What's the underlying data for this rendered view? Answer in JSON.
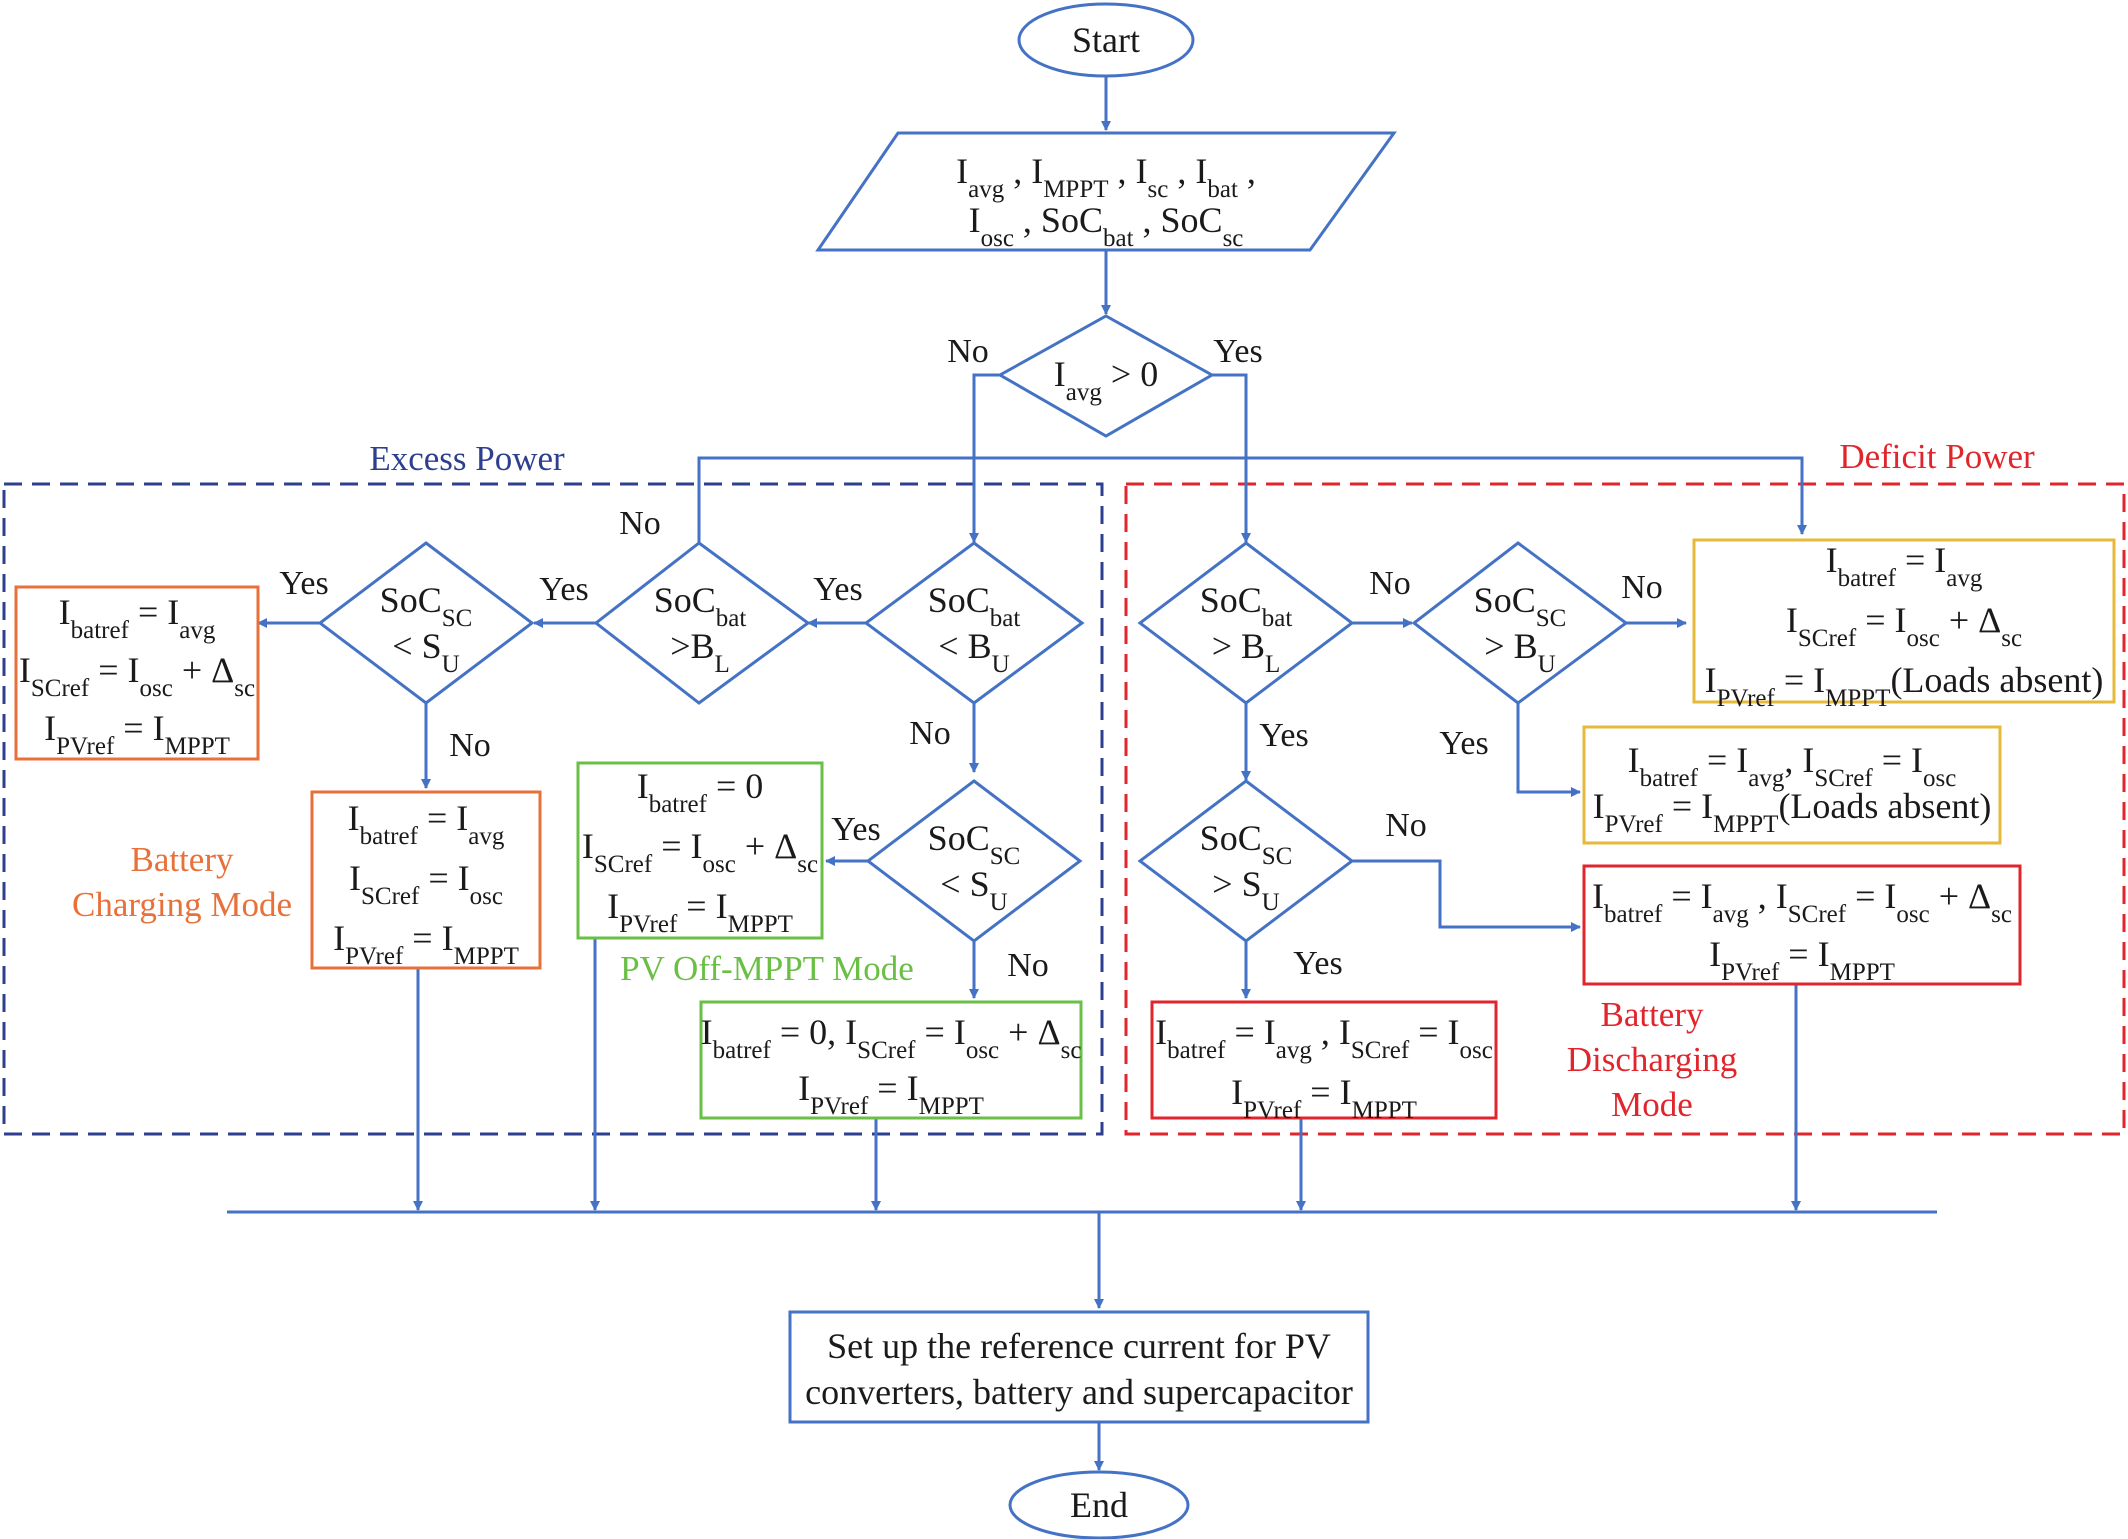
{
  "start": {
    "label": "Start"
  },
  "end": {
    "label": "End"
  },
  "inputs": {
    "line1": [
      {
        "b": "I",
        "s": "avg"
      },
      {
        "t": " , "
      },
      {
        "b": "I",
        "s": "MPPT"
      },
      {
        "t": " , "
      },
      {
        "b": "I",
        "s": "sc"
      },
      {
        "t": " , "
      },
      {
        "b": "I",
        "s": "bat"
      },
      {
        "t": " ,"
      }
    ],
    "line2": [
      {
        "b": "I",
        "s": "osc"
      },
      {
        "t": " , "
      },
      {
        "b": "SoC",
        "s": "bat"
      },
      {
        "t": " , "
      },
      {
        "b": "SoC",
        "s": "sc"
      }
    ]
  },
  "decisions": {
    "d0": {
      "lines": [
        [
          {
            "b": "I",
            "s": "avg"
          },
          {
            "t": " > 0"
          }
        ]
      ]
    },
    "d1": {
      "lines": [
        [
          {
            "b": "SoC",
            "s": "bat"
          }
        ],
        [
          {
            "t": "< B"
          },
          {
            "s": "U"
          }
        ]
      ]
    },
    "d2": {
      "lines": [
        [
          {
            "b": "SoC",
            "s": "bat"
          }
        ],
        [
          {
            "t": ">B"
          },
          {
            "s": "L"
          }
        ]
      ]
    },
    "d3": {
      "lines": [
        [
          {
            "b": "SoC",
            "s": "SC"
          }
        ],
        [
          {
            "t": "< S"
          },
          {
            "s": "U"
          }
        ]
      ]
    },
    "d4": {
      "lines": [
        [
          {
            "b": "SoC",
            "s": "SC"
          }
        ],
        [
          {
            "t": "< S"
          },
          {
            "s": "U"
          }
        ]
      ]
    },
    "d5": {
      "lines": [
        [
          {
            "b": "SoC",
            "s": "bat"
          }
        ],
        [
          {
            "t": "> B"
          },
          {
            "s": "L"
          }
        ]
      ]
    },
    "d6": {
      "lines": [
        [
          {
            "b": "SoC",
            "s": "SC"
          }
        ],
        [
          {
            "t": "> B"
          },
          {
            "s": "U"
          }
        ]
      ]
    },
    "d7": {
      "lines": [
        [
          {
            "b": "SoC",
            "s": "SC"
          }
        ],
        [
          {
            "t": "> S"
          },
          {
            "s": "U"
          }
        ]
      ]
    }
  },
  "boxes": {
    "b1": {
      "lines": [
        [
          {
            "b": "I",
            "s": "batref"
          },
          {
            "t": " = "
          },
          {
            "b": "I",
            "s": "avg"
          }
        ],
        [
          {
            "b": "I",
            "s": "SCref"
          },
          {
            "t": " = "
          },
          {
            "b": "I",
            "s": "osc"
          },
          {
            "t": " +  Δ"
          },
          {
            "s": "sc"
          }
        ],
        [
          {
            "b": "I",
            "s": "PVref"
          },
          {
            "t": " = "
          },
          {
            "b": "I",
            "s": "MPPT"
          }
        ]
      ]
    },
    "b2": {
      "lines": [
        [
          {
            "b": "I",
            "s": "batref"
          },
          {
            "t": " = "
          },
          {
            "b": "I",
            "s": "avg"
          }
        ],
        [
          {
            "b": "I",
            "s": "SCref"
          },
          {
            "t": " = "
          },
          {
            "b": "I",
            "s": "osc"
          }
        ],
        [
          {
            "b": "I",
            "s": "PVref"
          },
          {
            "t": " = "
          },
          {
            "b": "I",
            "s": "MPPT"
          }
        ]
      ]
    },
    "b3": {
      "lines": [
        [
          {
            "b": "I",
            "s": "batref"
          },
          {
            "t": " = 0"
          }
        ],
        [
          {
            "b": "I",
            "s": "SCref"
          },
          {
            "t": " = "
          },
          {
            "b": "I",
            "s": "osc"
          },
          {
            "t": " + Δ"
          },
          {
            "s": "sc"
          }
        ],
        [
          {
            "b": "I",
            "s": "PVref"
          },
          {
            "t": " = "
          },
          {
            "b": "I",
            "s": "MPPT"
          }
        ]
      ]
    },
    "b4": {
      "lines": [
        [
          {
            "b": "I",
            "s": "batref"
          },
          {
            "t": " = 0, "
          },
          {
            "b": "I",
            "s": "SCref"
          },
          {
            "t": " = "
          },
          {
            "b": "I",
            "s": "osc"
          },
          {
            "t": " + Δ"
          },
          {
            "s": "sc"
          }
        ],
        [
          {
            "b": "I",
            "s": "PVref"
          },
          {
            "t": " = "
          },
          {
            "b": "I",
            "s": "MPPT"
          }
        ]
      ]
    },
    "b5": {
      "lines": [
        [
          {
            "b": "I",
            "s": "batref"
          },
          {
            "t": " = "
          },
          {
            "b": "I",
            "s": "avg"
          }
        ],
        [
          {
            "b": "I",
            "s": "SCref"
          },
          {
            "t": " = "
          },
          {
            "b": "I",
            "s": "osc"
          },
          {
            "t": " +  Δ"
          },
          {
            "s": "sc"
          }
        ],
        [
          {
            "b": "I",
            "s": "PVref"
          },
          {
            "t": " = "
          },
          {
            "b": "I",
            "s": "MPPT"
          },
          {
            "t": "(Loads absent)"
          }
        ]
      ]
    },
    "b6": {
      "lines": [
        [
          {
            "b": "I",
            "s": "batref"
          },
          {
            "t": " = "
          },
          {
            "b": "I",
            "s": "avg"
          },
          {
            "t": ", "
          },
          {
            "b": "I",
            "s": "SCref"
          },
          {
            "t": " = "
          },
          {
            "b": "I",
            "s": "osc"
          }
        ],
        [
          {
            "b": "I",
            "s": "PVref"
          },
          {
            "t": " = "
          },
          {
            "b": "I",
            "s": "MPPT"
          },
          {
            "t": "(Loads absent)"
          }
        ]
      ]
    },
    "b7": {
      "lines": [
        [
          {
            "b": "I",
            "s": "batref"
          },
          {
            "t": " = "
          },
          {
            "b": "I",
            "s": "avg"
          },
          {
            "t": " , "
          },
          {
            "b": "I",
            "s": "SCref"
          },
          {
            "t": " = "
          },
          {
            "b": "I",
            "s": "osc"
          },
          {
            "t": "  +  Δ"
          },
          {
            "s": "sc"
          }
        ],
        [
          {
            "b": "I",
            "s": "PVref"
          },
          {
            "t": " = "
          },
          {
            "b": "I",
            "s": "MPPT"
          }
        ]
      ]
    },
    "b8": {
      "lines": [
        [
          {
            "b": "I",
            "s": "batref"
          },
          {
            "t": " = "
          },
          {
            "b": "I",
            "s": "avg"
          },
          {
            "t": " , "
          },
          {
            "b": "I",
            "s": "SCref"
          },
          {
            "t": " = "
          },
          {
            "b": "I",
            "s": "osc"
          }
        ],
        [
          {
            "b": "I",
            "s": "PVref"
          },
          {
            "t": " = "
          },
          {
            "b": "I",
            "s": "MPPT"
          }
        ]
      ]
    }
  },
  "final_box": {
    "line1": "Set up the reference current for PV",
    "line2": "converters, battery and supercapacitor"
  },
  "regions": {
    "excess": "Excess Power",
    "deficit": "Deficit Power"
  },
  "mode_notes": {
    "charging": [
      "Battery",
      "Charging Mode"
    ],
    "off_mppt": [
      "PV Off-MPPT Mode"
    ],
    "discharging": [
      "Battery",
      "Discharging",
      "Mode"
    ]
  },
  "branch_labels": {
    "d0_no": "No",
    "d0_yes": "Yes",
    "d1_yes": "Yes",
    "d1_no": "No",
    "d2_yes": "Yes",
    "d2_no": "No",
    "d3_yes": "Yes",
    "d3_no": "No",
    "d4_yes": "Yes",
    "d4_no": "No",
    "d5_no": "No",
    "d5_yes": "Yes",
    "d6_no": "No",
    "d6_yes": "Yes",
    "d7_no": "No",
    "d7_yes": "Yes"
  },
  "colors": {
    "flow": "#4472c4",
    "excess_region": "#2e3f8f",
    "deficit_region": "#e0262c",
    "orange_box": "#e8703a",
    "green_box": "#6abf45",
    "yellow_box": "#e6b93a",
    "red_box": "#e0262c"
  }
}
